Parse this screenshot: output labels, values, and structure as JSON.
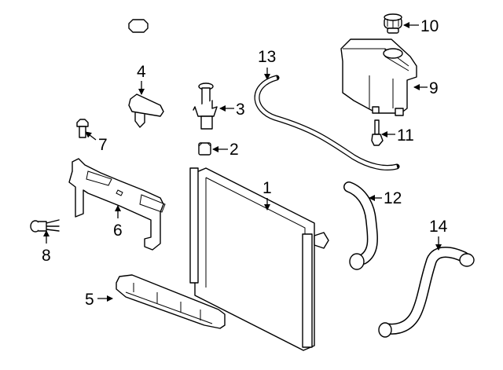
{
  "diagram": {
    "type": "exploded parts diagram",
    "subject": "Radiator and cooling components",
    "callouts": [
      {
        "number": "1",
        "part": "radiator"
      },
      {
        "number": "2",
        "part": "mount-cushion"
      },
      {
        "number": "3",
        "part": "radiator-support-pin"
      },
      {
        "number": "4",
        "part": "bracket-cap"
      },
      {
        "number": "5",
        "part": "lower-air-guide"
      },
      {
        "number": "6",
        "part": "upper-air-guide"
      },
      {
        "number": "7",
        "part": "bolt"
      },
      {
        "number": "8",
        "part": "push-clip"
      },
      {
        "number": "9",
        "part": "coolant-reservoir"
      },
      {
        "number": "10",
        "part": "reservoir-cap"
      },
      {
        "number": "11",
        "part": "sensor"
      },
      {
        "number": "12",
        "part": "upper-hose"
      },
      {
        "number": "13",
        "part": "overflow-hose"
      },
      {
        "number": "14",
        "part": "lower-hose"
      }
    ]
  }
}
